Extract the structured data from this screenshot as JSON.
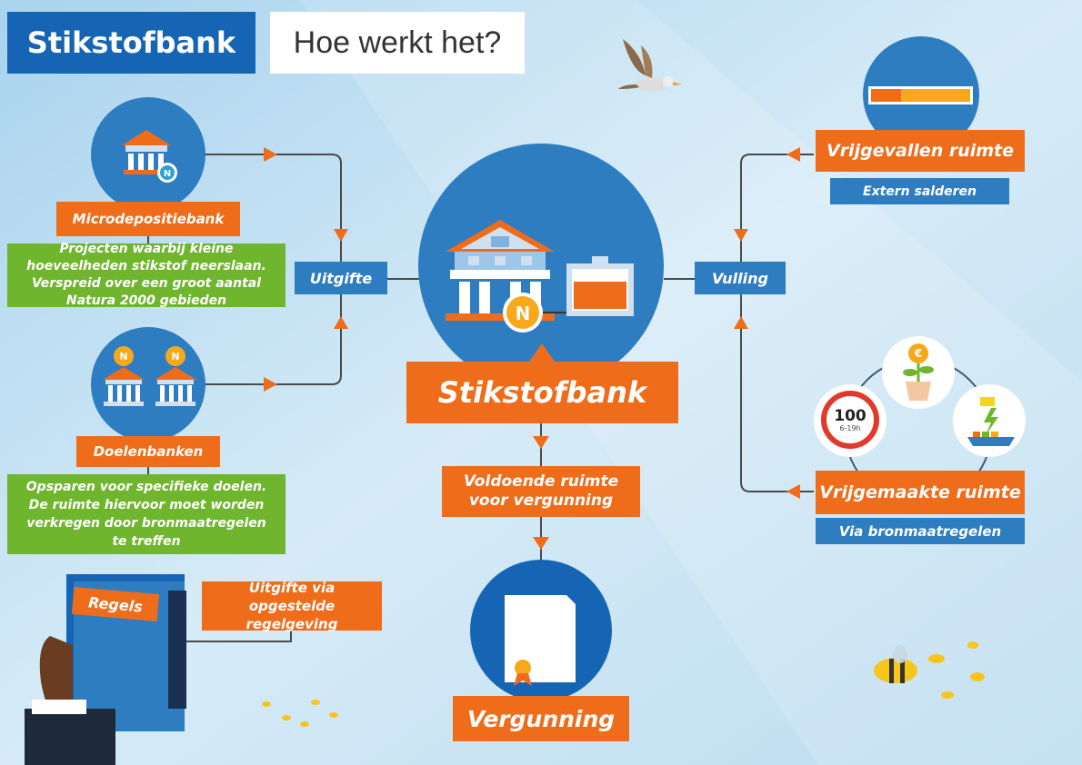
{
  "header": {
    "title": "Stikstofbank",
    "subtitle": "Hoe werkt het?"
  },
  "left": {
    "micro": {
      "label": "Microdepositiebank",
      "description": "Projecten waarbij kleine hoeveelheden stikstof neerslaan. Verspreid over een groot aantal Natura 2000 gebieden"
    },
    "doelen": {
      "label": "Doelenbanken",
      "description": "Opsparen voor specifieke doelen. De ruimte hiervoor moet worden verkregen door bronmaatregelen te treffen"
    },
    "uitgifte": "Uitgifte",
    "rules": {
      "book_label": "Regels",
      "note": "Uitgifte via opgestelde regelgeving"
    }
  },
  "center": {
    "bank_label": "Stikstofbank",
    "coin_letter": "N",
    "space_label": "Voldoende ruimte voor vergunning",
    "permit_label": "Vergunning"
  },
  "right": {
    "vulling": "Vulling",
    "vrijgevallen": {
      "label": "Vrijgevallen ruimte",
      "sub": "Extern salderen"
    },
    "vrijgemaakt": {
      "label": "Vrijgemaakte ruimte",
      "sub": "Via bronmaatregelen"
    },
    "speed_sign": {
      "value": "100",
      "time": "6-19h"
    },
    "coin_symbol": "€"
  },
  "colors": {
    "orange": "#ef6c1a",
    "blue": "#2f7dc1",
    "dark_blue": "#1565b4",
    "green": "#6fb52d",
    "background": "#cfe6f4"
  }
}
